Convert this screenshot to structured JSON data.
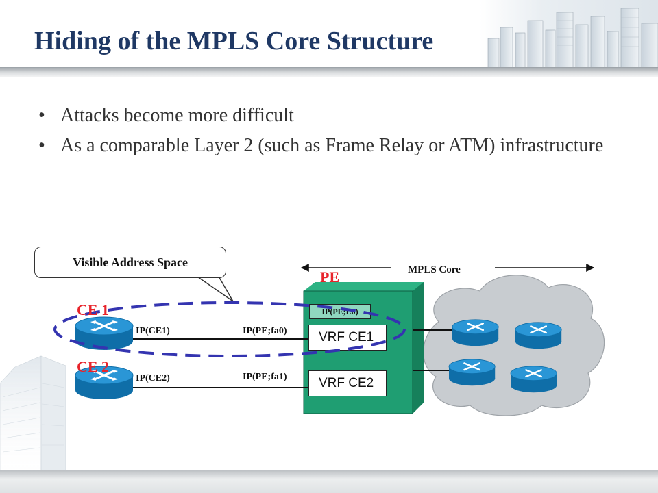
{
  "slide": {
    "title": "Hiding of the MPLS Core Structure",
    "bullets": [
      "Attacks become more difficult",
      "As a comparable Layer 2 (such as Frame Relay or ATM) infrastructure"
    ]
  },
  "diagram": {
    "callout": "Visible Address Space",
    "mpls_core_label": "MPLS Core",
    "pe_label": "PE",
    "ce1_label": "CE 1",
    "ce2_label": "CE 2",
    "ip_ce1": "IP(CE1)",
    "ip_ce2": "IP(CE2)",
    "ip_pe_fa0": "IP(PE;fa0)",
    "ip_pe_fa1": "IP(PE;fa1)",
    "ip_pe_l0": "IP(PE;L0)",
    "vrf_ce1": "VRF CE1",
    "vrf_ce2": "VRF CE2"
  },
  "colors": {
    "title": "#1f3864",
    "accent_red": "#e8242b",
    "pe_box": "#1f9e72",
    "router": "#1a86c8",
    "cloud": "#c8ccd0",
    "dashed_ellipse": "#3434b0"
  },
  "icons": [
    "router-icon",
    "cloud-shape",
    "pe-box",
    "city-skyline-decoration"
  ]
}
